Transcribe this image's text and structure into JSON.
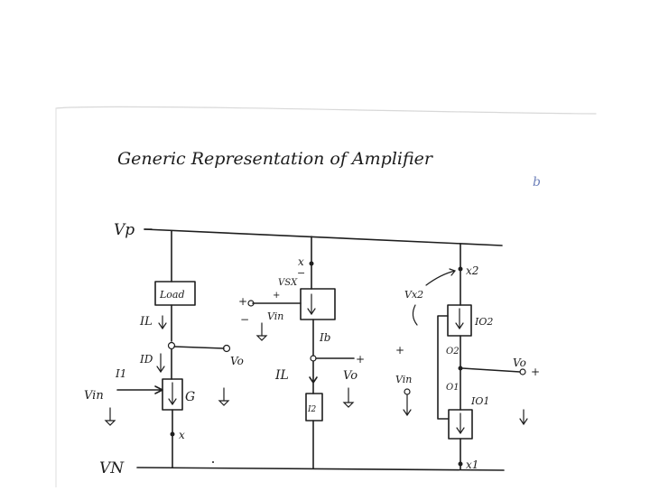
{
  "title": "Generic Representation of Amplifier",
  "corner_mark": "b",
  "rails": {
    "top": "Vp",
    "bottom": "VN"
  },
  "circuit1": {
    "load_label": "Load",
    "il_label": "IL",
    "id_label": "ID",
    "output_label": "Vo",
    "input_label": "Vin",
    "input_current_label": "I1",
    "node_o": "o",
    "device_label": "G",
    "node_x": "x"
  },
  "circuit2": {
    "node_x": "x",
    "vsx_label": "VSX",
    "minus": "−",
    "plus": "+",
    "vin_label": "Vin",
    "ib_label": "Ib",
    "node_o": "o",
    "il_label": "IL",
    "output_label": "Vo",
    "load_label": "I2"
  },
  "circuit3": {
    "node_x2": "x2",
    "vx2_label": "Vx2",
    "io2_label": "IO2",
    "plus": "+",
    "o2_label": "O2",
    "vin_label": "Vin",
    "o1_label": "O1",
    "output_label": "Vo",
    "io1_label": "IO1",
    "node_x1": "x1"
  }
}
